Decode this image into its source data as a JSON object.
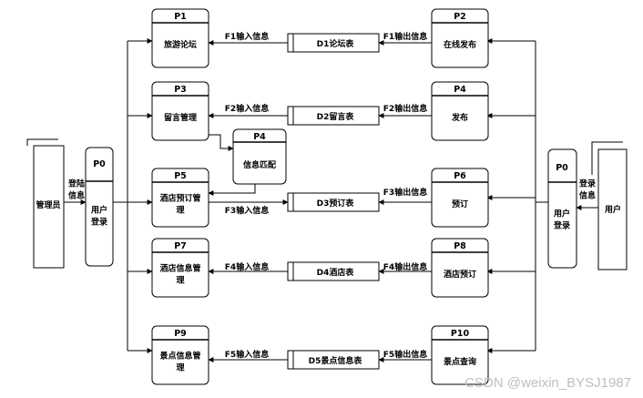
{
  "entities": {
    "admin": "管理员",
    "user": "用户"
  },
  "login_left": {
    "id": "P0",
    "text": "用户\n登录",
    "flow": "登陆\n信息"
  },
  "login_right": {
    "id": "P0",
    "text": "用户\n登录",
    "flow": "登录\n信息"
  },
  "processes_left": [
    {
      "id": "P1",
      "text": "旅游论坛"
    },
    {
      "id": "P3",
      "text": "留言管理"
    },
    {
      "id": "P5",
      "text": "酒店预订管\n理"
    },
    {
      "id": "P7",
      "text": "酒店信息管\n理"
    },
    {
      "id": "P9",
      "text": "景点信息管\n理"
    }
  ],
  "processes_right": [
    {
      "id": "P2",
      "text": "在线发布"
    },
    {
      "id": "P4",
      "text": "发布"
    },
    {
      "id": "P6",
      "text": "预订"
    },
    {
      "id": "P8",
      "text": "酒店预订"
    },
    {
      "id": "P10",
      "text": "景点查询"
    }
  ],
  "match_process": {
    "id": "P4",
    "text": "信息匹配"
  },
  "stores": [
    {
      "id": "D1",
      "name": "D1论坛表"
    },
    {
      "id": "D2",
      "name": "D2留言表"
    },
    {
      "id": "D3",
      "name": "D3预订表"
    },
    {
      "id": "D4",
      "name": "D4酒店表"
    },
    {
      "id": "D5",
      "name": "D5景点信息表"
    }
  ],
  "flows_in": [
    "F1输入信息",
    "F2输入信息",
    "F3输入信息",
    "F4输入信息",
    "F5输入信息"
  ],
  "flows_out": [
    "F1输出信息",
    "F2输出信息",
    "F3输出信息",
    "F4输出信息",
    "F5输出信息"
  ],
  "watermark": "CSDN @weixin_BYSJ1987"
}
